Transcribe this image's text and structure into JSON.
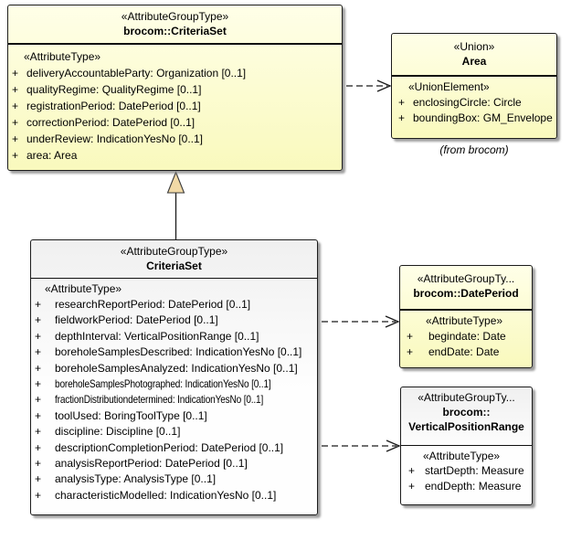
{
  "colors": {
    "box_yellow_top": "#ffffe8",
    "box_yellow_bottom": "#f9f9bd",
    "box_gray_top": "#f0f0f0",
    "box_gray_bottom": "#fefefe",
    "triangle_fill": "#f1d9a6"
  },
  "boxes": {
    "parent": {
      "stereotype": "«AttributeGroupType»",
      "name": "brocom::CriteriaSet",
      "body_stereotype": "«AttributeType»",
      "attributes": [
        {
          "vis": "+",
          "text": "deliveryAccountableParty: Organization [0..1]"
        },
        {
          "vis": "+",
          "text": "qualityRegime: QualityRegime [0..1]"
        },
        {
          "vis": "+",
          "text": "registrationPeriod: DatePeriod [0..1]"
        },
        {
          "vis": "+",
          "text": "correctionPeriod: DatePeriod [0..1]"
        },
        {
          "vis": "+",
          "text": "underReview: IndicationYesNo [0..1]"
        },
        {
          "vis": "+",
          "text": "area: Area"
        }
      ]
    },
    "area": {
      "stereotype": "«Union»",
      "name": "Area",
      "body_stereotype": "«UnionElement»",
      "attributes": [
        {
          "vis": "+",
          "text": "enclosingCircle: Circle"
        },
        {
          "vis": "+",
          "text": "boundingBox: GM_Envelope"
        }
      ],
      "note": "(from brocom)"
    },
    "child": {
      "stereotype": "«AttributeGroupType»",
      "name": "CriteriaSet",
      "body_stereotype": "«AttributeType»",
      "attributes": [
        {
          "vis": "+",
          "text": "researchReportPeriod: DatePeriod [0..1]"
        },
        {
          "vis": "+",
          "text": "fieldworkPeriod: DatePeriod [0..1]"
        },
        {
          "vis": "+",
          "text": "depthInterval: VerticalPositionRange [0..1]"
        },
        {
          "vis": "+",
          "text": "boreholeSamplesDescribed: IndicationYesNo [0..1]"
        },
        {
          "vis": "+",
          "text": "boreholeSamplesAnalyzed: IndicationYesNo [0..1]"
        },
        {
          "vis": "+",
          "text": "boreholeSamplesPhotographed: IndicationYesNo [0..1]"
        },
        {
          "vis": "+",
          "text": "fractionDistributiondetermined: IndicationYesNo [0..1]"
        },
        {
          "vis": "+",
          "text": "toolUsed: BoringToolType [0..1]"
        },
        {
          "vis": "+",
          "text": "discipline: Discipline [0..1]"
        },
        {
          "vis": "+",
          "text": "descriptionCompletionPeriod: DatePeriod [0..1]"
        },
        {
          "vis": "+",
          "text": "analysisReportPeriod: DatePeriod [0..1]"
        },
        {
          "vis": "+",
          "text": "analysisType: AnalysisType [0..1]"
        },
        {
          "vis": "+",
          "text": "characteristicModelled: IndicationYesNo [0..1]"
        }
      ]
    },
    "dateperiod": {
      "stereotype": "«AttributeGroupTy...",
      "name": "brocom::DatePeriod",
      "body_stereotype": "«AttributeType»",
      "attributes": [
        {
          "vis": "+",
          "text": "begindate: Date"
        },
        {
          "vis": "+",
          "text": "endDate: Date"
        }
      ]
    },
    "vpr": {
      "stereotype": "«AttributeGroupTy...",
      "name_line1": "brocom::",
      "name_line2": "VerticalPositionRange",
      "body_stereotype": "«AttributeType»",
      "attributes": [
        {
          "vis": "+",
          "text": "startDepth: Measure"
        },
        {
          "vis": "+",
          "text": "endDepth: Measure"
        }
      ]
    }
  }
}
